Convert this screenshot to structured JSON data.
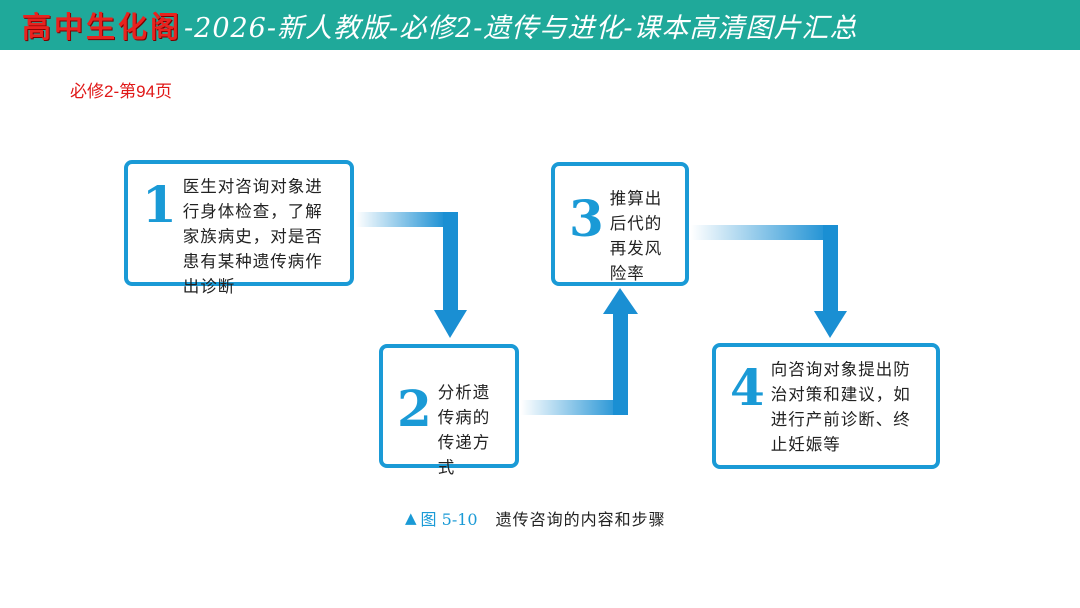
{
  "banner": {
    "brand": "高中生化阁",
    "rest": "-2026-新人教版-必修2-遗传与进化-课本高清图片汇总"
  },
  "page_label": "必修2-第94页",
  "steps": [
    {
      "number": "1",
      "text": "医生对咨询对象进行身体检查，了解家族病史，对是否患有某种遗传病作出诊断"
    },
    {
      "number": "2",
      "text": "分析遗传病的传递方式"
    },
    {
      "number": "3",
      "text": "推算出后代的再发风险率"
    },
    {
      "number": "4",
      "text": "向咨询对象提出防治对策和建议，如进行产前诊断、终止妊娠等"
    }
  ],
  "caption": {
    "icon": "triangle-up-icon",
    "figure": "图 5-10",
    "text": "遗传咨询的内容和步骤"
  },
  "colors": {
    "accent": "#1a9ad6",
    "banner_bg": "#1fa99a",
    "brand_text": "#e8231f",
    "page_label": "#e01818"
  }
}
